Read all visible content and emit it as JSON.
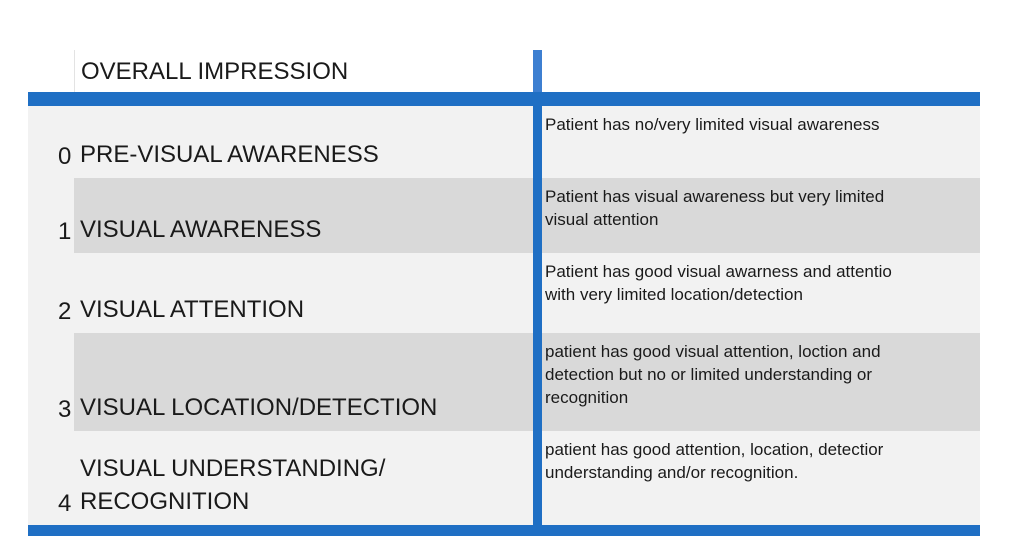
{
  "header": {
    "title": "OVERALL IMPRESSION"
  },
  "rows": [
    {
      "num": "0",
      "level": "PRE-VISUAL AWARENESS",
      "description": "Patient has no/very limited visual awareness"
    },
    {
      "num": "1",
      "level": "VISUAL AWARENESS",
      "description": "Patient has visual awareness but very limited\nvisual attention"
    },
    {
      "num": "2",
      "level": "VISUAL ATTENTION",
      "description": "Patient has good visual awarness and  attentio\nwith very limited location/detection"
    },
    {
      "num": "3",
      "level": "VISUAL LOCATION/DETECTION",
      "description": "patient has good visual attention, loction and\ndetection but no or limited understanding or\nrecognition"
    },
    {
      "num": "4",
      "level": "VISUAL UNDERSTANDING/\nRECOGNITION",
      "description": "patient has good attention, location, detectior\nunderstanding and/or recognition."
    }
  ],
  "colors": {
    "accent": "#1f6fc4",
    "row_light": "#f2f2f2",
    "row_dark": "#d9d9d9"
  }
}
